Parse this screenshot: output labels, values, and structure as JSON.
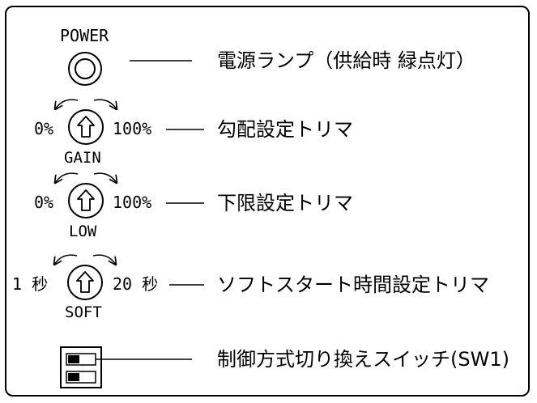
{
  "power": {
    "label": "POWER",
    "description": "電源ランプ（供給時 緑点灯）"
  },
  "gain": {
    "name": "GAIN",
    "min": "0%",
    "max": "100%",
    "description": "勾配設定トリマ"
  },
  "low": {
    "name": "LOW",
    "min": "0%",
    "max": "100%",
    "description": "下限設定トリマ"
  },
  "soft": {
    "name": "SOFT",
    "min": "1 秒",
    "max": "20 秒",
    "description": "ソフトスタート時間設定トリマ"
  },
  "switch": {
    "description": "制御方式切り換えスイッチ(SW1)"
  }
}
